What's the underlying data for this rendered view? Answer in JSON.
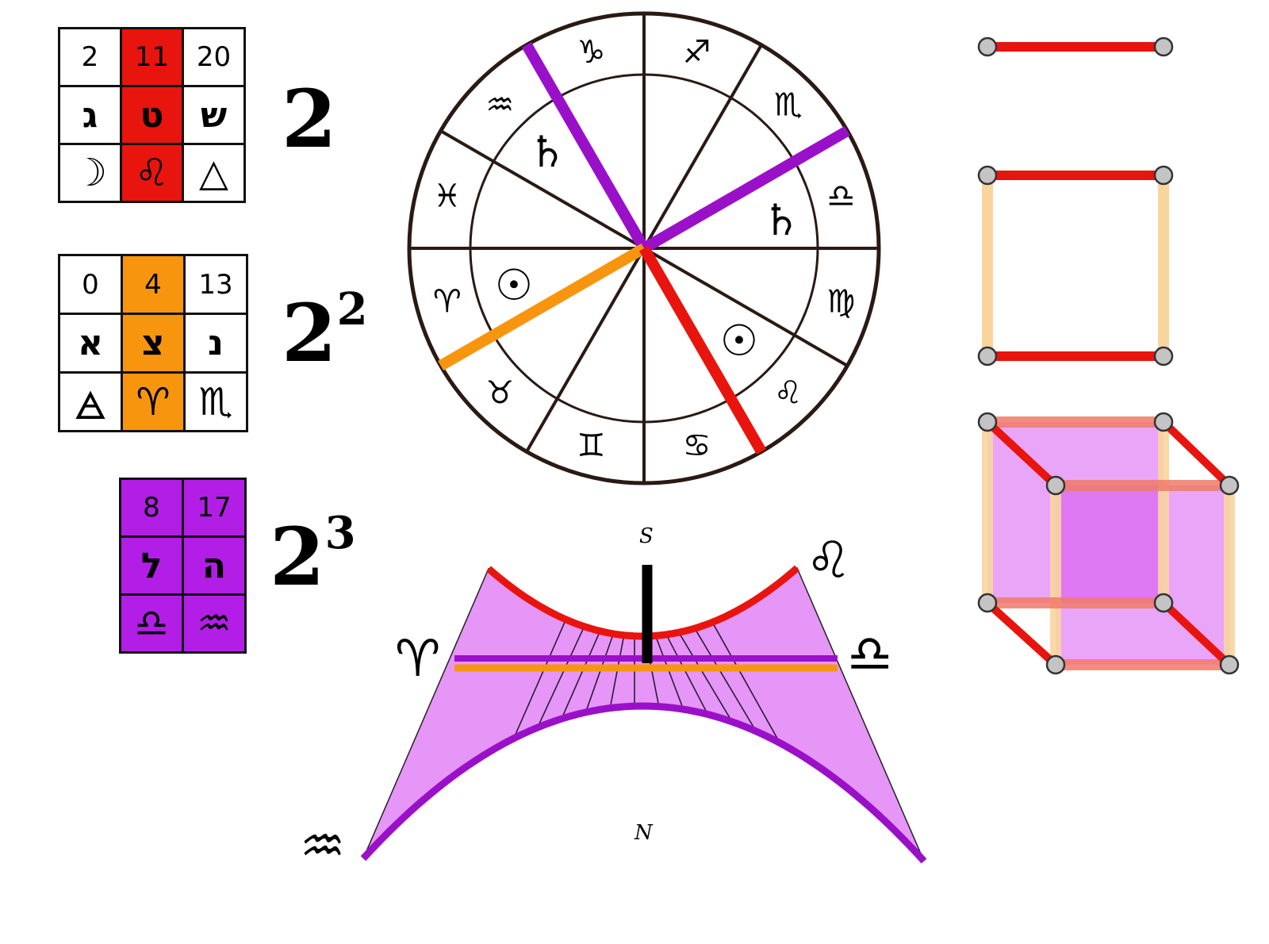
{
  "tables": [
    {
      "id": "table-1",
      "highlight_color": "#e8140e",
      "cols": 3,
      "rows": [
        [
          {
            "t": "2",
            "k": "num"
          },
          {
            "t": "11",
            "k": "num",
            "hl": true
          },
          {
            "t": "20",
            "k": "num"
          }
        ],
        [
          {
            "t": "ג",
            "k": "heb"
          },
          {
            "t": "ט",
            "k": "heb",
            "hl": true
          },
          {
            "t": "ש",
            "k": "heb"
          }
        ],
        [
          {
            "t": "☽",
            "k": "sym"
          },
          {
            "t": "♌",
            "k": "sym",
            "hl": true
          },
          {
            "t": "△",
            "k": "sym"
          }
        ]
      ],
      "power_base": "2",
      "power_exp": ""
    },
    {
      "id": "table-2",
      "highlight_color": "#f7960e",
      "cols": 3,
      "rows": [
        [
          {
            "t": "0",
            "k": "num"
          },
          {
            "t": "4",
            "k": "num",
            "hl": true
          },
          {
            "t": "13",
            "k": "num"
          }
        ],
        [
          {
            "t": "א",
            "k": "heb"
          },
          {
            "t": "צ",
            "k": "heb",
            "hl": true
          },
          {
            "t": "נ",
            "k": "heb"
          }
        ],
        [
          {
            "t": "🜁",
            "k": "sym"
          },
          {
            "t": "♈",
            "k": "sym",
            "hl": true
          },
          {
            "t": "♏",
            "k": "sym"
          }
        ]
      ],
      "power_base": "2",
      "power_exp": "2"
    },
    {
      "id": "table-3",
      "highlight_color": "#b21ee6",
      "cols": 2,
      "rows": [
        [
          {
            "t": "8",
            "k": "num",
            "hl": true
          },
          {
            "t": "17",
            "k": "num",
            "hl": true
          }
        ],
        [
          {
            "t": "ל",
            "k": "heb",
            "hl": true
          },
          {
            "t": "ה",
            "k": "heb",
            "hl": true
          }
        ],
        [
          {
            "t": "♎",
            "k": "sym",
            "hl": true
          },
          {
            "t": "♒",
            "k": "sym",
            "hl": true
          }
        ]
      ],
      "power_base": "2",
      "power_exp": "3"
    }
  ],
  "wheel": {
    "signs": [
      "♑",
      "♐",
      "♏",
      "♎",
      "♍",
      "♌",
      "♋",
      "♊",
      "♉",
      "♈",
      "♓",
      "♒"
    ],
    "inner_symbols": [
      {
        "t": "♄",
        "name": "saturn-symbol-left"
      },
      {
        "t": "♄",
        "name": "saturn-symbol-right"
      },
      {
        "t": "☉",
        "name": "sun-symbol-left"
      },
      {
        "t": "☉",
        "name": "sun-symbol-right"
      }
    ],
    "colors": {
      "purple": "#9a10c8",
      "orange": "#f7960e",
      "red": "#e8140e",
      "line": "#2a1a14"
    }
  },
  "hyperboloid": {
    "labels": {
      "south": "S",
      "north": "N",
      "leo": "♌",
      "aries": "♈",
      "libra": "♎",
      "aquarius": "♒"
    },
    "colors": {
      "fill": "#e696f6",
      "red": "#e8140e",
      "purple": "#9a10c8",
      "orange": "#f7960e"
    }
  },
  "shapes": {
    "colors": {
      "red": "#e8140e",
      "peach": "#f9d59e",
      "purple": "#d44cf0",
      "vertex": "#c4c4c4"
    }
  }
}
